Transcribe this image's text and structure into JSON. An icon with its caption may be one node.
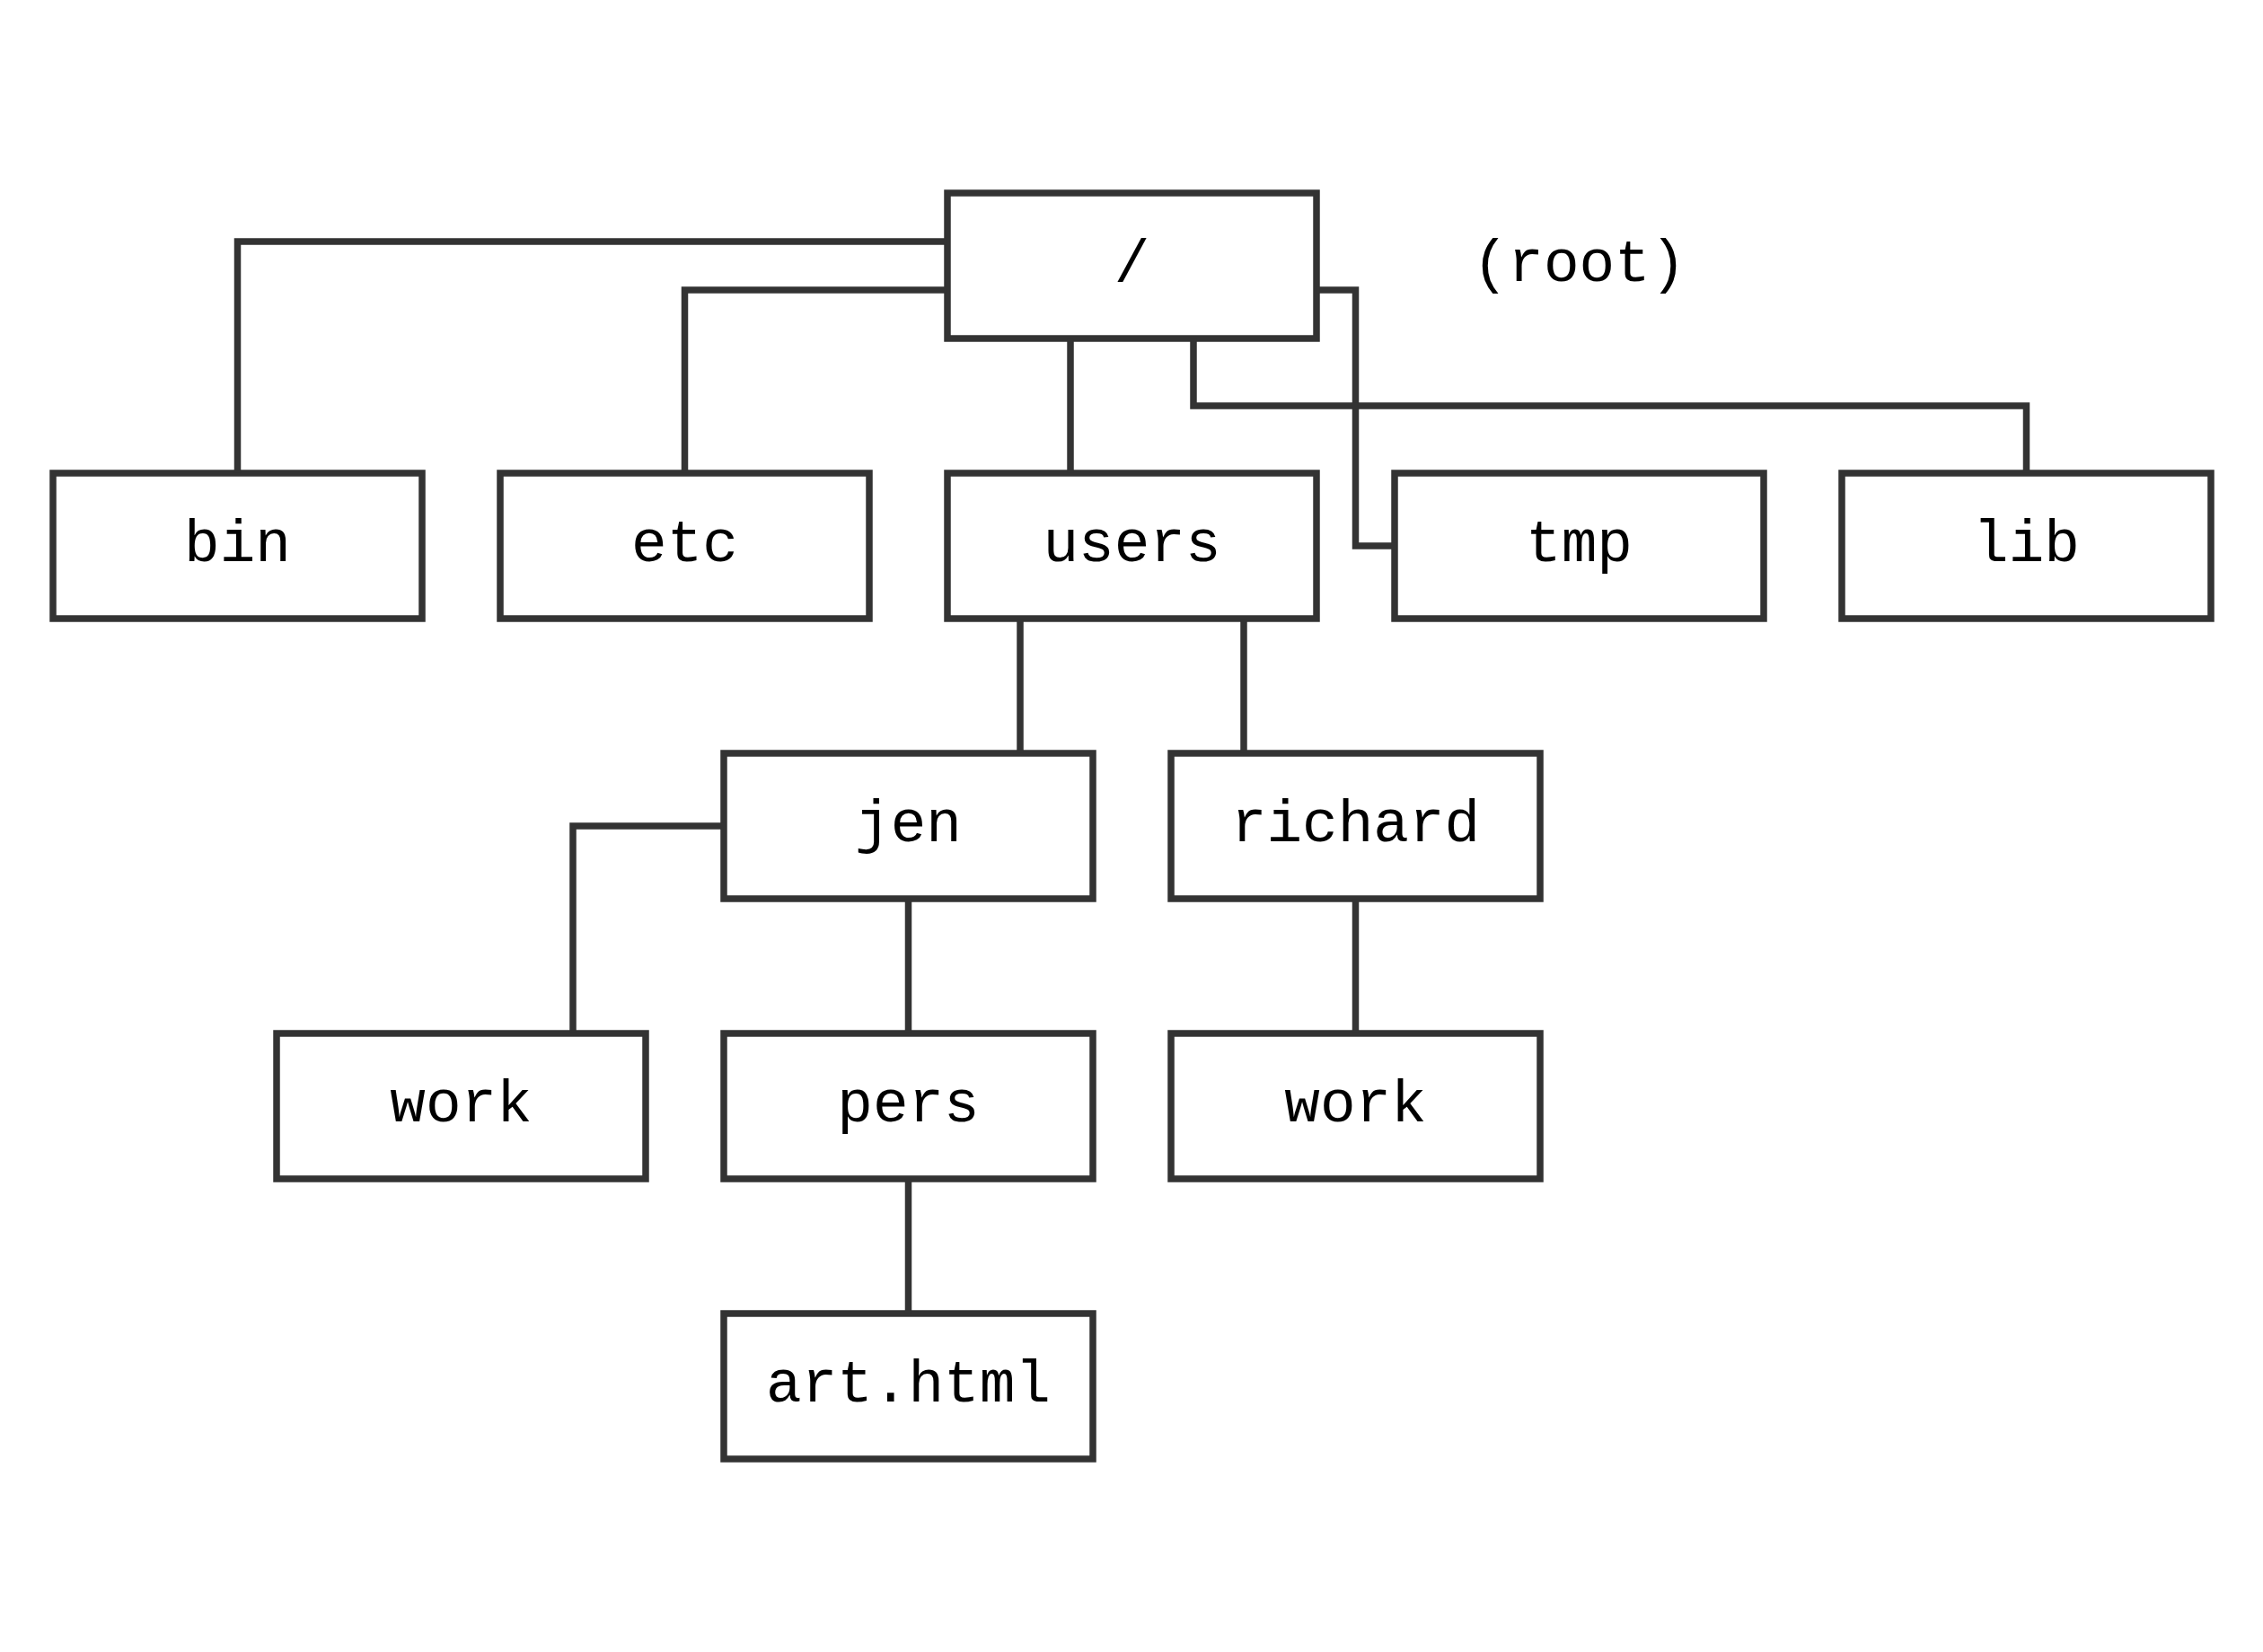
{
  "diagram": {
    "nodes": [
      {
        "text": [
          "/"
        ],
        "beside": [
          "(root)"
        ]
      },
      {
        "text": [
          "bin"
        ]
      },
      {
        "text": [
          "etc"
        ]
      },
      {
        "text": [
          "users"
        ]
      },
      {
        "text": [
          "tmp"
        ]
      },
      {
        "text": [
          "lib"
        ]
      },
      {
        "text": [
          "jen"
        ]
      },
      {
        "text": [
          "richard"
        ]
      },
      {
        "text": [
          "work"
        ]
      },
      {
        "text": [
          "pers"
        ]
      },
      {
        "text": [
          "work"
        ]
      },
      {
        "text": [
          "art.html"
        ]
      }
    ],
    "edges": [
      {
        "from": 0,
        "to": 1,
        "arrow": "none"
      },
      {
        "from": 0,
        "to": 2,
        "arrow": "none"
      },
      {
        "from": 0,
        "to": 3,
        "arrow": "none"
      },
      {
        "from": 0,
        "to": 4,
        "arrow": "none"
      },
      {
        "from": 0,
        "to": 5,
        "arrow": "none"
      },
      {
        "from": 3,
        "to": 6,
        "arrow": "none"
      },
      {
        "from": 3,
        "to": 7,
        "arrow": "none"
      },
      {
        "from": 6,
        "to": 8,
        "arrow": "none"
      },
      {
        "from": 6,
        "to": 9,
        "arrow": "none"
      },
      {
        "from": 7,
        "to": 10,
        "arrow": "none"
      },
      {
        "from": 9,
        "to": 11,
        "arrow": "none"
      }
    ]
  }
}
